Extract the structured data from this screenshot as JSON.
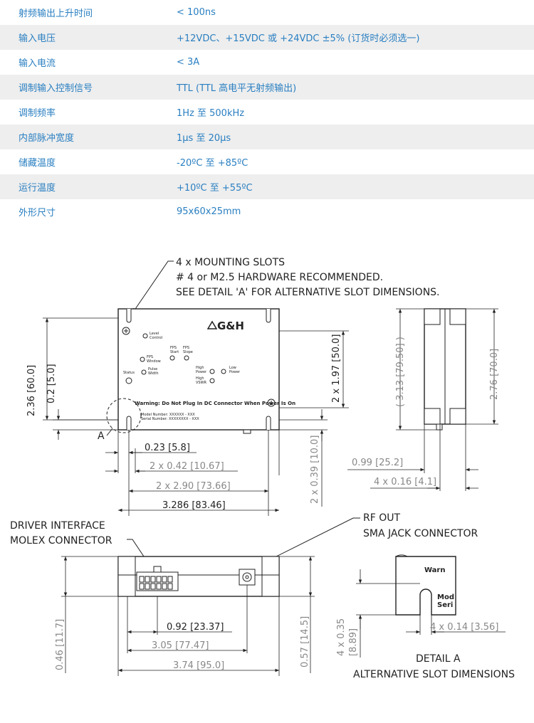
{
  "specs": [
    {
      "key": "射频输出上升时间",
      "value": "< 100ns"
    },
    {
      "key": "输入电压",
      "value": "+12VDC、+15VDC 或 +24VDC ±5% (订货时必须选一)"
    },
    {
      "key": "输入电流",
      "value": "< 3A"
    },
    {
      "key": "调制输入控制信号",
      "value": "TTL (TTL 高电平无射频输出)"
    },
    {
      "key": "调制频率",
      "value": "1Hz 至 500kHz"
    },
    {
      "key": "内部脉冲宽度",
      "value": "1µs 至 20µs"
    },
    {
      "key": "储藏温度",
      "value": "-20ºC 至 +85ºC"
    },
    {
      "key": "运行温度",
      "value": "+10ºC 至 +55ºC"
    },
    {
      "key": "外形尺寸",
      "value": "95x60x25mm"
    }
  ],
  "drawing": {
    "note_line1": "4 x MOUNTING SLOTS",
    "note_line2": "# 4 or M2.5 HARDWARE RECOMMENDED.",
    "note_line3": "SEE DETAIL 'A' FOR ALTERNATIVE SLOT DIMENSIONS.",
    "logo": "G&H",
    "panel_level": [
      "Level",
      "Control"
    ],
    "panel_fps_window": [
      "FPS",
      "Window"
    ],
    "panel_fps_start": [
      "FPS",
      "Start"
    ],
    "panel_fps_slope": [
      "FPS",
      "Slope"
    ],
    "panel_pulse_width": [
      "Pulse",
      "Width"
    ],
    "panel_status": "Status",
    "panel_high_power": [
      "High",
      "Power"
    ],
    "panel_low_power": [
      "Low",
      "Power"
    ],
    "panel_high_vswr": [
      "High",
      "VSWR"
    ],
    "warning": "Warning: Do Not Plug In DC Connector When Power Is On",
    "model": "Model Number: XXXXXX - XXX",
    "serial": "Serial Number: XXXXXXXX - XXX",
    "detail_marker": "A",
    "dim_height_left": "2.36 [60.0]",
    "dim_02": "0.2 [5.0]",
    "dim_197": "2 x 1.97 [50.0]",
    "dim_023": "0.23 [5.8]",
    "dim_042": "2 x 0.42 [10.67]",
    "dim_290": "2 x 2.90 [73.66]",
    "dim_3286": "3.286 [83.46]",
    "dim_039": "2 x 0.39 [10.0]",
    "dim_313": "( 3.13 [79.50] )",
    "dim_276": "2.76 [70.0]",
    "dim_099": "0.99 [25.2]",
    "dim_016": "4 x 0.16 [4.1]",
    "driver_label1": "DRIVER INTERFACE",
    "driver_label2": "MOLEX CONNECTOR",
    "rf_label1": "RF OUT",
    "rf_label2": "SMA JACK CONNECTOR",
    "dim_046": "0.46 [11.7]",
    "dim_092": "0.92 [23.37]",
    "dim_305": "3.05 [77.47]",
    "dim_374": "3.74 [95.0]",
    "dim_057": "0.57 [14.5]",
    "dim_035_a": "4 x 0.35",
    "dim_035_b": "[8.89]",
    "dim_014": "4 x 0.14 [3.56]",
    "detail_title1": "DETAIL A",
    "detail_title2": "ALTERNATIVE SLOT DIMENSIONS",
    "detail_text1": "Warn",
    "detail_text2": "Mod",
    "detail_text3": "Seri"
  }
}
